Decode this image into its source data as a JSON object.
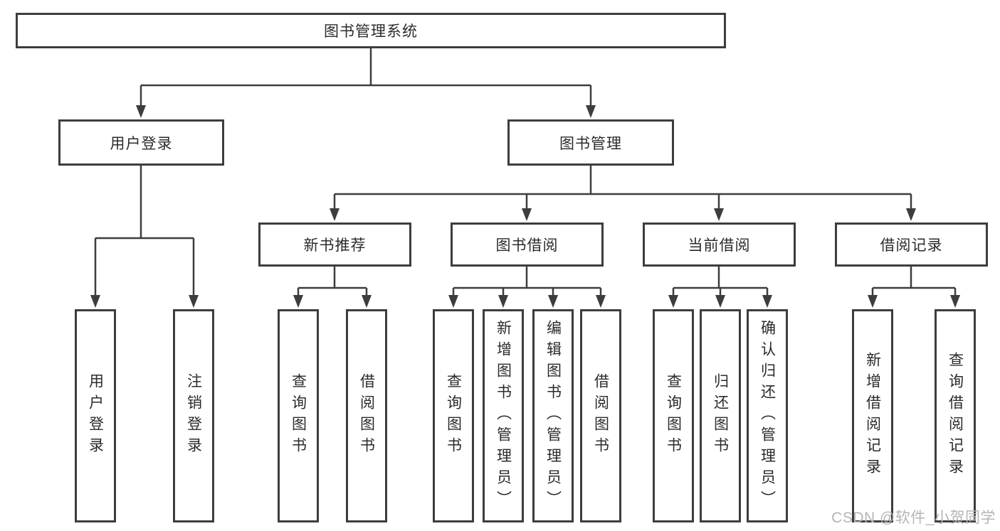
{
  "tree": {
    "root": {
      "label": "图书管理系统"
    },
    "branches": {
      "user_login": {
        "label": "用户登录",
        "children": {
          "login": "用户登录",
          "logout": "注销登录"
        }
      },
      "book_mgmt": {
        "label": "图书管理",
        "sections": {
          "new_books": {
            "label": "新书推荐",
            "children": {
              "query": "查询图书",
              "borrow": "借阅图书"
            }
          },
          "book_borrow": {
            "label": "图书借阅",
            "children": {
              "query": "查询图书",
              "add": "新增图书（管理员）",
              "edit": "编辑图书（管理员）",
              "borrow": "借阅图书"
            }
          },
          "current_borrow": {
            "label": "当前借阅",
            "children": {
              "query": "查询图书",
              "return": "归还图书",
              "confirm": "确认归还（管理员）"
            }
          },
          "borrow_records": {
            "label": "借阅记录",
            "children": {
              "add": "新增借阅记录",
              "query": "查询借阅记录"
            }
          }
        }
      }
    }
  },
  "watermark": "CSDN @软件_小贺同学",
  "colors": {
    "line": "#3d3d3d",
    "text": "#2b2b2b",
    "box_background": "#ffffff",
    "page_background": "#ffffff",
    "watermark": "#b5b5b5"
  }
}
